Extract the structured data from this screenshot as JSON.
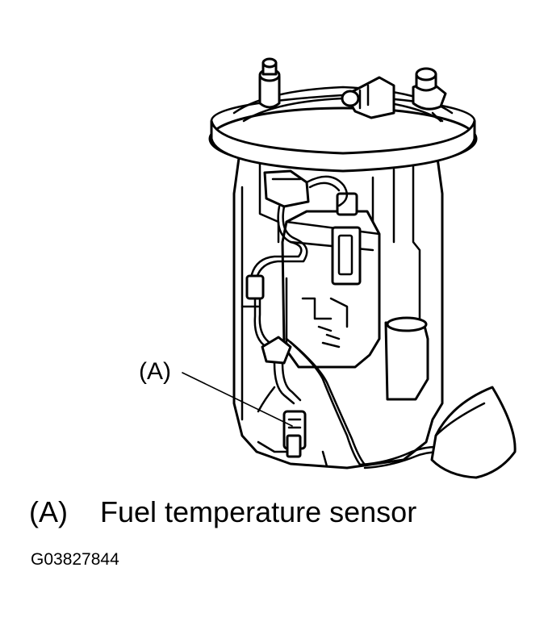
{
  "callout": {
    "label": "(A)"
  },
  "legend": {
    "key": "(A)",
    "text": "Fuel temperature sensor"
  },
  "figure_id": "G03827844"
}
